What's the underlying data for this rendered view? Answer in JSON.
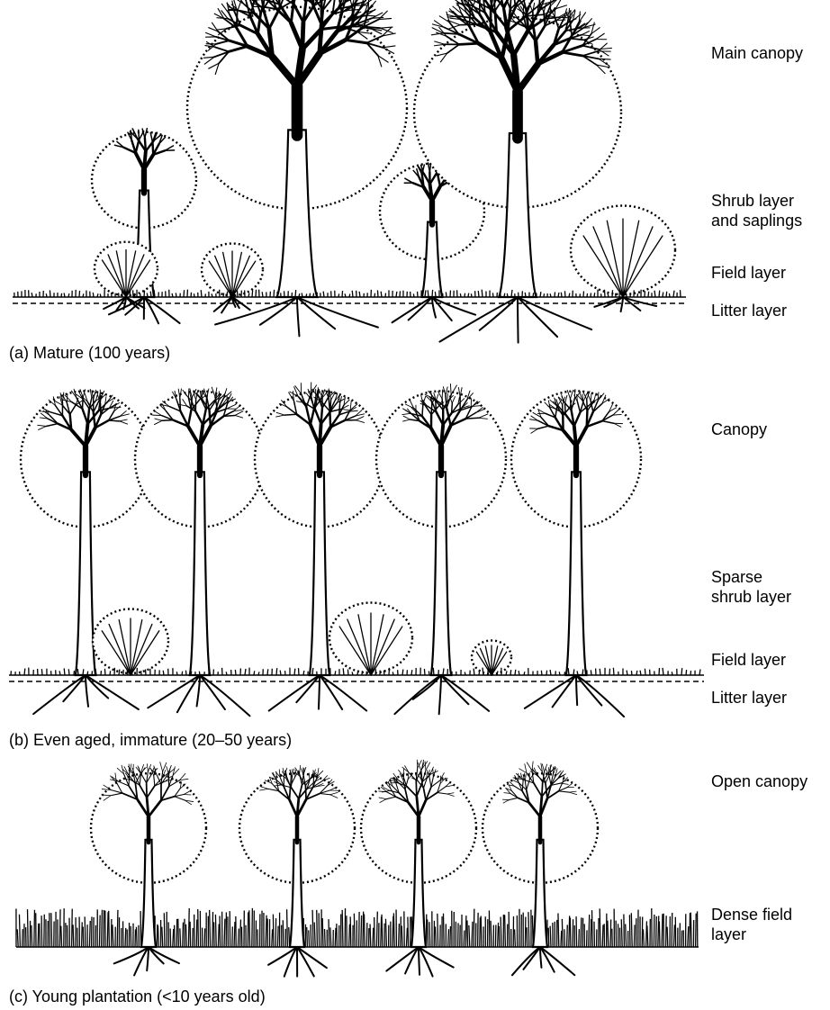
{
  "panels": [
    {
      "caption": "(a) Mature (100 years)",
      "layers": {
        "main_canopy": "Main canopy",
        "shrub_layer": "Shrub layer\nand saplings",
        "field_layer": "Field layer",
        "litter_layer": "Litter layer"
      }
    },
    {
      "caption": "(b) Even aged, immature (20–50 years)",
      "layers": {
        "canopy": "Canopy",
        "shrub_layer": "Sparse\nshrub layer",
        "field_layer": "Field layer",
        "litter_layer": "Litter layer"
      }
    },
    {
      "caption": "(c) Young plantation (<10 years old)",
      "layers": {
        "canopy": "Open canopy",
        "field_layer": "Dense field\nlayer"
      }
    }
  ],
  "colors": {
    "ink": "#000000",
    "paper": "#ffffff"
  }
}
